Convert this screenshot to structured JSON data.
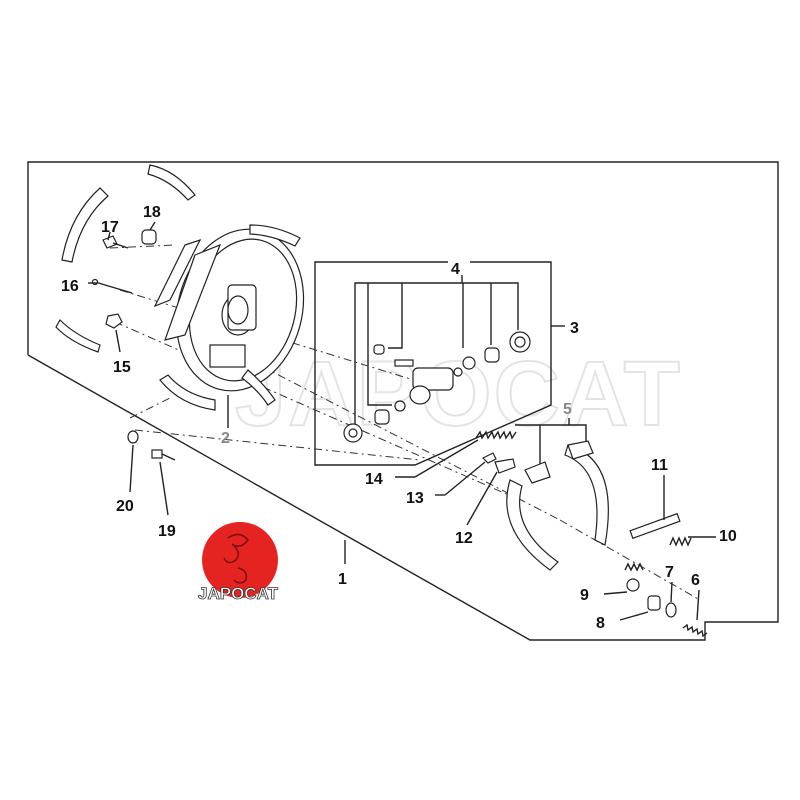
{
  "diagram": {
    "title": "Rear drum brake exploded parts diagram",
    "watermark": "JAPOCAT",
    "logo_text": "JAPOCAT",
    "accent_color": "#e52421",
    "callouts": {
      "c1": "1",
      "c2": "2",
      "c3": "3",
      "c4": "4",
      "c5": "5",
      "c6": "6",
      "c7": "7",
      "c8": "8",
      "c9": "9",
      "c10": "10",
      "c11": "11",
      "c12": "12",
      "c13": "13",
      "c14": "14",
      "c15": "15",
      "c16": "16",
      "c17": "17",
      "c18": "18",
      "c19": "19",
      "c20": "20"
    }
  }
}
